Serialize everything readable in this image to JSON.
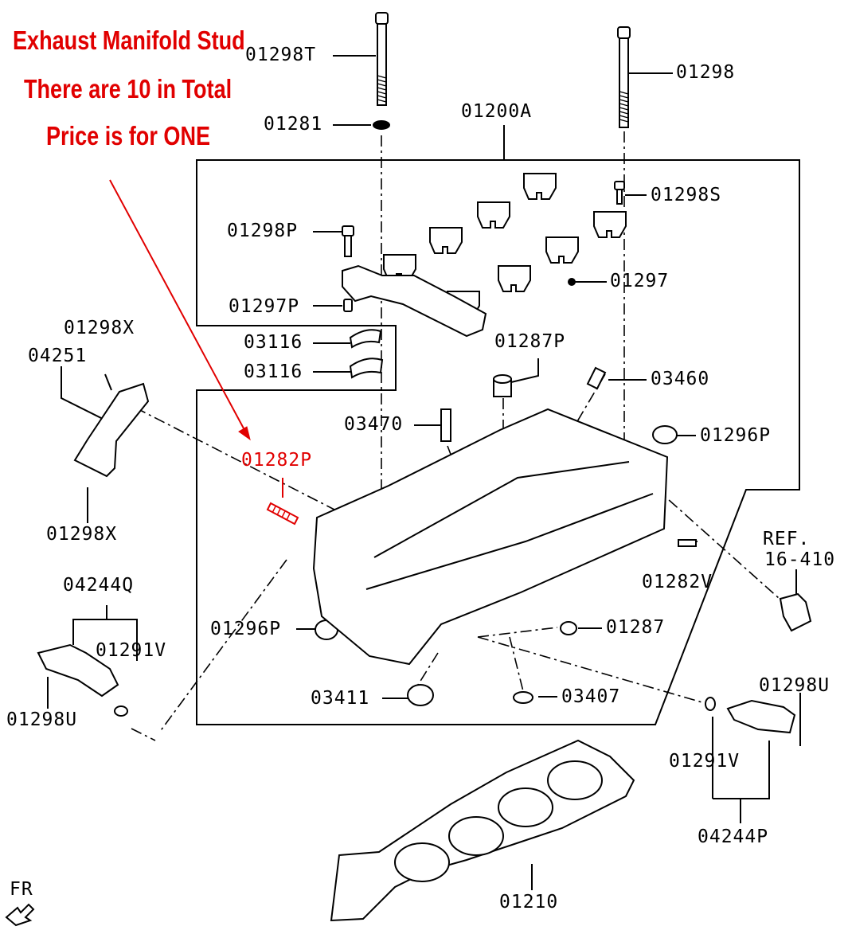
{
  "annotation": {
    "line1": "Exhaust Manifold Stud",
    "line2": "There are 10 in Total",
    "line3": "Price is for ONE",
    "color": "#e10000"
  },
  "highlight_part": "01282P",
  "labels": {
    "p01298T": "01298T",
    "p01298": "01298",
    "p01281": "01281",
    "p01200A": "01200A",
    "p01298S": "01298S",
    "p01298P": "01298P",
    "p01297": "01297",
    "p01297P": "01297P",
    "p03116a": "03116",
    "p03116b": "03116",
    "p01287P": "01287P",
    "p03460": "03460",
    "p03470": "03470",
    "p01296P_r": "01296P",
    "p01298X_t": "01298X",
    "p04251": "04251",
    "p01282P": "01282P",
    "p01298X_b": "01298X",
    "ref1": "REF.",
    "ref2": "16-410",
    "p01282V": "01282V",
    "p04244Q": "04244Q",
    "p01291V_l": "01291V",
    "p01296P_l": "01296P",
    "p01287": "01287",
    "p01298U_l": "01298U",
    "p03411": "03411",
    "p03407": "03407",
    "p01298U_r": "01298U",
    "p01291V_r": "01291V",
    "p04244P": "04244P",
    "p01210": "01210",
    "fr": "FR"
  }
}
